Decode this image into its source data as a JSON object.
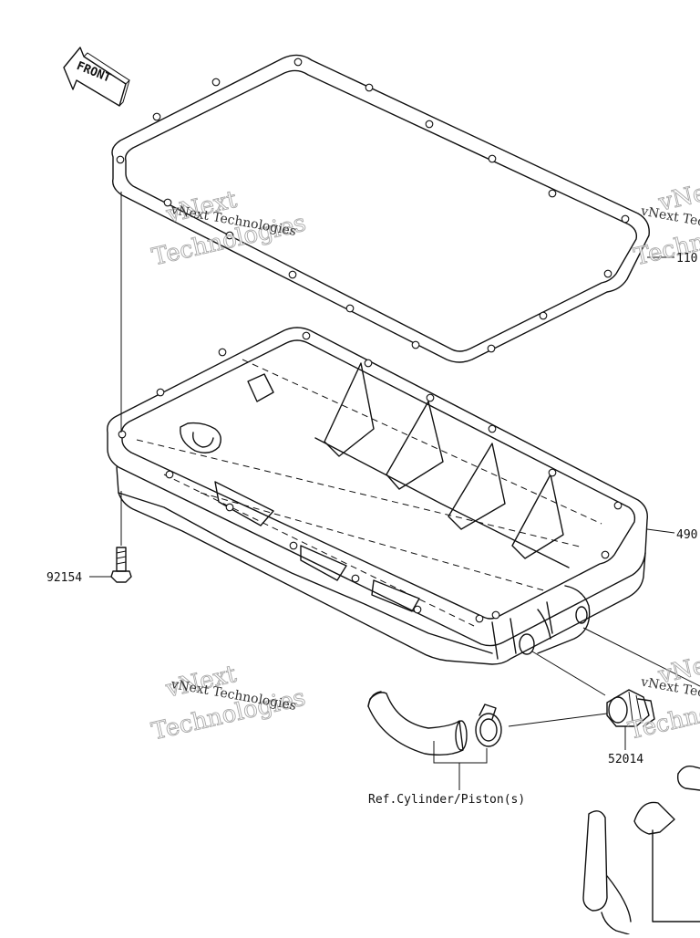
{
  "diagram": {
    "front_tag": "FRONT",
    "watermark": {
      "line1": "vNext Technologies",
      "line2a": "vNext",
      "line2b": "Technologies"
    },
    "labels": {
      "gasket": "110",
      "pan": "490",
      "bolt": "92154",
      "fitting": "52014",
      "reference": "Ref.Cylinder/Piston(s)"
    },
    "colors": {
      "ink": "#111111",
      "watermark": "#9a9a9a",
      "background": "#ffffff"
    }
  }
}
